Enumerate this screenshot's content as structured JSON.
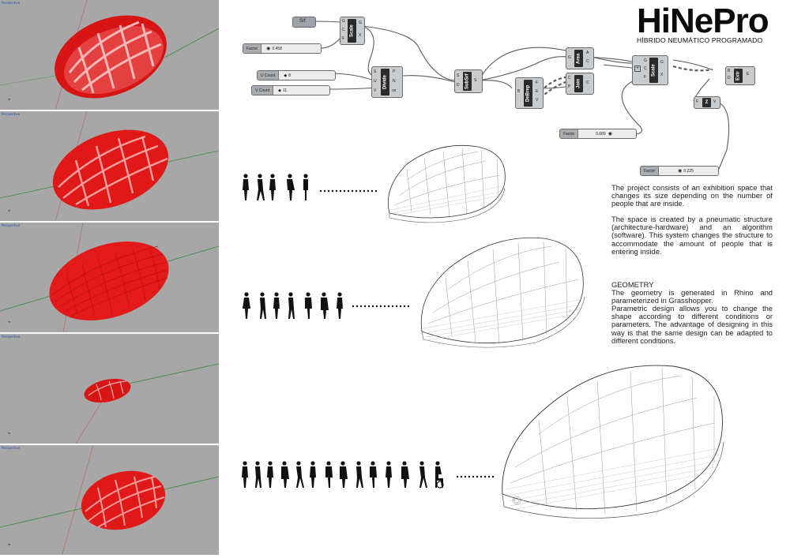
{
  "header": {
    "title": "HiNePro",
    "subtitle": "HÍBRIDO NEUMÁTICO PROGRAMADO"
  },
  "viewports": {
    "label": "Perspective"
  },
  "grasshopper": {
    "srf_param": "Srf",
    "scale_top": {
      "name": "Scale",
      "inputs": [
        "G",
        "C",
        "F"
      ],
      "outputs": [
        "G",
        "X"
      ]
    },
    "factor1": {
      "label": "Factor",
      "value": "0.458"
    },
    "u_count": {
      "label": "U Count",
      "value": "8"
    },
    "v_count": {
      "label": "V Count",
      "value": "11"
    },
    "divide": {
      "name": "Divide",
      "inputs": [
        "S",
        "U",
        "V"
      ],
      "outputs": [
        "P",
        "N",
        "uv"
      ]
    },
    "subsrf": {
      "name": "SubSrf",
      "inputs": [
        "S",
        "D"
      ],
      "outputs": [
        "S"
      ]
    },
    "debrep": {
      "name": "DeBrep",
      "inputs": [
        "B"
      ],
      "outputs": [
        "F",
        "E",
        "V"
      ]
    },
    "area": {
      "name": "Area",
      "inputs": [
        "G"
      ],
      "outputs": [
        "A",
        "C"
      ]
    },
    "join": {
      "name": "Join",
      "inputs": [
        "C",
        "P"
      ],
      "outputs": [
        "C"
      ]
    },
    "scale2": {
      "name": "Scale",
      "inputs": [
        "G",
        "C",
        "F"
      ],
      "outputs": [
        "G",
        "X"
      ]
    },
    "extr": {
      "name": "Extr",
      "inputs": [
        "B",
        "D"
      ],
      "outputs": [
        "E"
      ]
    },
    "z": {
      "name": "Z",
      "inputs": [
        "F"
      ],
      "outputs": [
        "V"
      ]
    },
    "factor2": {
      "label": "Factor",
      "value": "0.689"
    },
    "factor3": {
      "label": "Factor",
      "value": "0.225"
    }
  },
  "text": {
    "p1": "The project consists of an exhibition space that changes its size depending on the number of people that are inside.",
    "p2": "The space is created by a pneumatic structure (architecture-hardware) and an algorithm (software). This system changes the structure to accommodate the amount of people that is entering inside.",
    "geometry_heading": "GEOMETRY",
    "p3": "The geometry is generated in Rhino and parameterized in Grasshopper.",
    "p4": "Parametric design allows you to change the shape according to different conditions or parameters. The advantage of designing in this way is that the same design can be adapted to different conditions."
  },
  "colors": {
    "viewport_bg": "#a7a7a7",
    "model_red": "#e01818",
    "grid_green": "#3a8a3a",
    "axis_red": "#b84040"
  }
}
